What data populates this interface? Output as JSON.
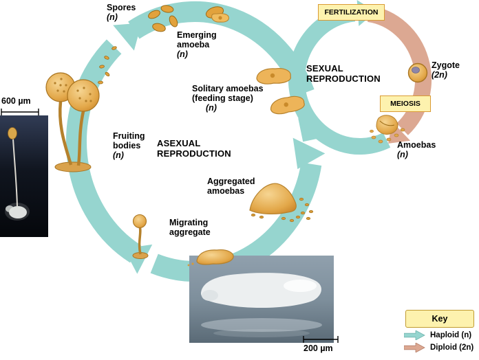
{
  "diagram": {
    "colors": {
      "haploid_teal": "#96d5cf",
      "diploid_pink": "#dca892",
      "label_box_fill": "#fdf2ae",
      "label_box_border": "#d99a33"
    },
    "labels": {
      "spores": [
        "Spores",
        "(n)"
      ],
      "emerging_amoeba": [
        "Emerging",
        "amoeba",
        "(n)"
      ],
      "solitary_amoebas": [
        "Solitary amoebas",
        "(feeding stage)",
        "(n)"
      ],
      "asexual_reproduction": [
        "ASEXUAL",
        "REPRODUCTION"
      ],
      "sexual_reproduction": [
        "SEXUAL",
        "REPRODUCTION"
      ],
      "fruiting_bodies": [
        "Fruiting",
        "bodies",
        "(n)"
      ],
      "aggregated_amoebas": [
        "Aggregated",
        "amoebas"
      ],
      "migrating_aggregate": [
        "Migrating",
        "aggregate"
      ],
      "zygote": [
        "Zygote",
        "(2n)"
      ],
      "amoebas": [
        "Amoebas",
        "(n)"
      ]
    },
    "boxes": {
      "fertilization": "FERTILIZATION",
      "meiosis": "MEIOSIS"
    },
    "scale_bars": {
      "left_photo": "600 µm",
      "bottom_photo": "200 µm"
    },
    "key": {
      "title": "Key",
      "entries": [
        {
          "label": "Haploid (n)",
          "color": "haploid_teal"
        },
        {
          "label": "Diploid (2n)",
          "color": "diploid_pink"
        }
      ]
    }
  }
}
